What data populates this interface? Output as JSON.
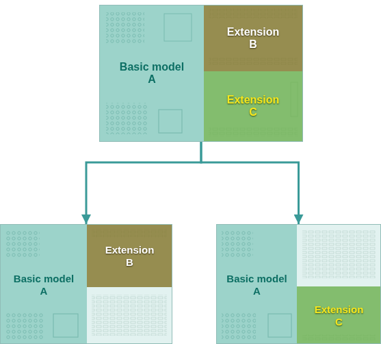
{
  "diagram": {
    "nodes": [
      {
        "text": []
      },
      {
        "text": [
          "Basic model A"
        ],
        "in": 0
      },
      {
        "text": [
          "Extension B"
        ],
        "in": 0
      },
      {
        "text": [
          "Extension C"
        ],
        "in": 0
      },
      {
        "text": []
      },
      {
        "text": [
          "Basic model A"
        ],
        "in": 4
      },
      {
        "text": [
          "Extension B"
        ],
        "in": 4
      },
      {
        "text": []
      },
      {
        "text": [
          "Basic model A"
        ],
        "in": 7
      },
      {
        "text": [
          "Extension C"
        ],
        "in": 7
      }
    ],
    "edges": [
      {
        "from": 0,
        "to": 4,
        "arrow": "to"
      },
      {
        "from": 0,
        "to": 7,
        "arrow": "to"
      }
    ]
  }
}
